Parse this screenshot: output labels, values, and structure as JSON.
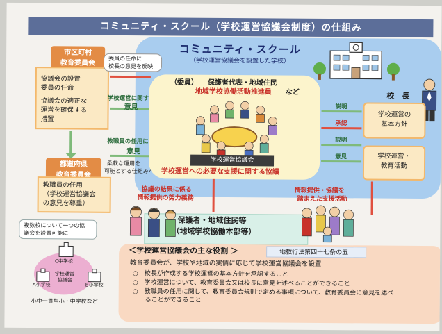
{
  "title": "コミュニティ・スクール（学校運営協議会制度）の仕組み",
  "community_school": {
    "title": "コミュニティ・スクール",
    "subtitle": "（学校運営協議会を設置した学校）"
  },
  "city_board": {
    "head": [
      "市区町村",
      "教育委員会"
    ],
    "items": [
      "協議会の設置",
      "委員の任命",
      "協議会の適正な",
      "運営を確保する",
      "措置"
    ]
  },
  "pref_board": {
    "head": [
      "都道府県",
      "教育委員会"
    ],
    "items": [
      "教職員の任用",
      "（学校運営協議会",
      "の意見を尊重）"
    ]
  },
  "arrows": {
    "appointment_note": [
      "委員の任命に",
      "校長の意見を反映"
    ],
    "school_ops_opinion": [
      "学校運営に関する",
      "意見"
    ],
    "staff_opinion": [
      "教職員の任用に関する",
      "意見"
    ],
    "flexible_ops": [
      "柔軟な運用を",
      "可能とする仕組みへ"
    ],
    "explain1": "説明",
    "approve": "承認",
    "explain2": "説明",
    "opinion": "意見",
    "results_info": [
      "協議の結果に係る",
      "情報提供の努力義務"
    ],
    "support": [
      "情報提供・協議を",
      "踏まえた支援活動"
    ]
  },
  "council": {
    "members_prefix": "（委員）",
    "members": "保護者代表・地域住民",
    "promoter": "地域学校協働活動推進員",
    "etc": "など",
    "label": "学校運営協議会",
    "necessary_support": "学校運営への必要な支援に関する協議"
  },
  "principal": {
    "head": "校　長",
    "basic_policy": [
      "学校運営の",
      "基本方針"
    ],
    "activities": [
      "学校運営・",
      "教育活動"
    ]
  },
  "guardians": {
    "line1": "保護者・地域住民等",
    "line2": "（地域学校協働本部等）"
  },
  "multi_school": {
    "note": [
      "複数校について一つの協",
      "議会を設置可能に"
    ],
    "c_school": "C中学校",
    "council": [
      "学校運営",
      "協議会"
    ],
    "a_school": "A小学校",
    "b_school": "B小学校",
    "caption": "小中一貫型小・中学校など"
  },
  "roles": {
    "heading": "＜学校運営協議会の主な役割 ＞",
    "law": "地教行法第四十七条の五",
    "intro": "教育委員会が、学校や地域の実情に応じて学校運営協議会を設置",
    "items": [
      [
        "○　校長が作成する学校運営の基本方針を承認すること"
      ],
      [
        "○　学校運営について、教育委員会又は校長に意見を述べることができること"
      ],
      [
        "○　教職員の任用に関して、教育委員会規則で定める事項について、教育委員会に意見を述べ",
        "　　ることができること"
      ]
    ]
  },
  "colors": {
    "title_bar": "#5c6e99",
    "cs_area": "#a9cdef",
    "orange": "#e38c45",
    "green_arrow": "#7fba7a",
    "red_arrow": "#e0503f"
  }
}
